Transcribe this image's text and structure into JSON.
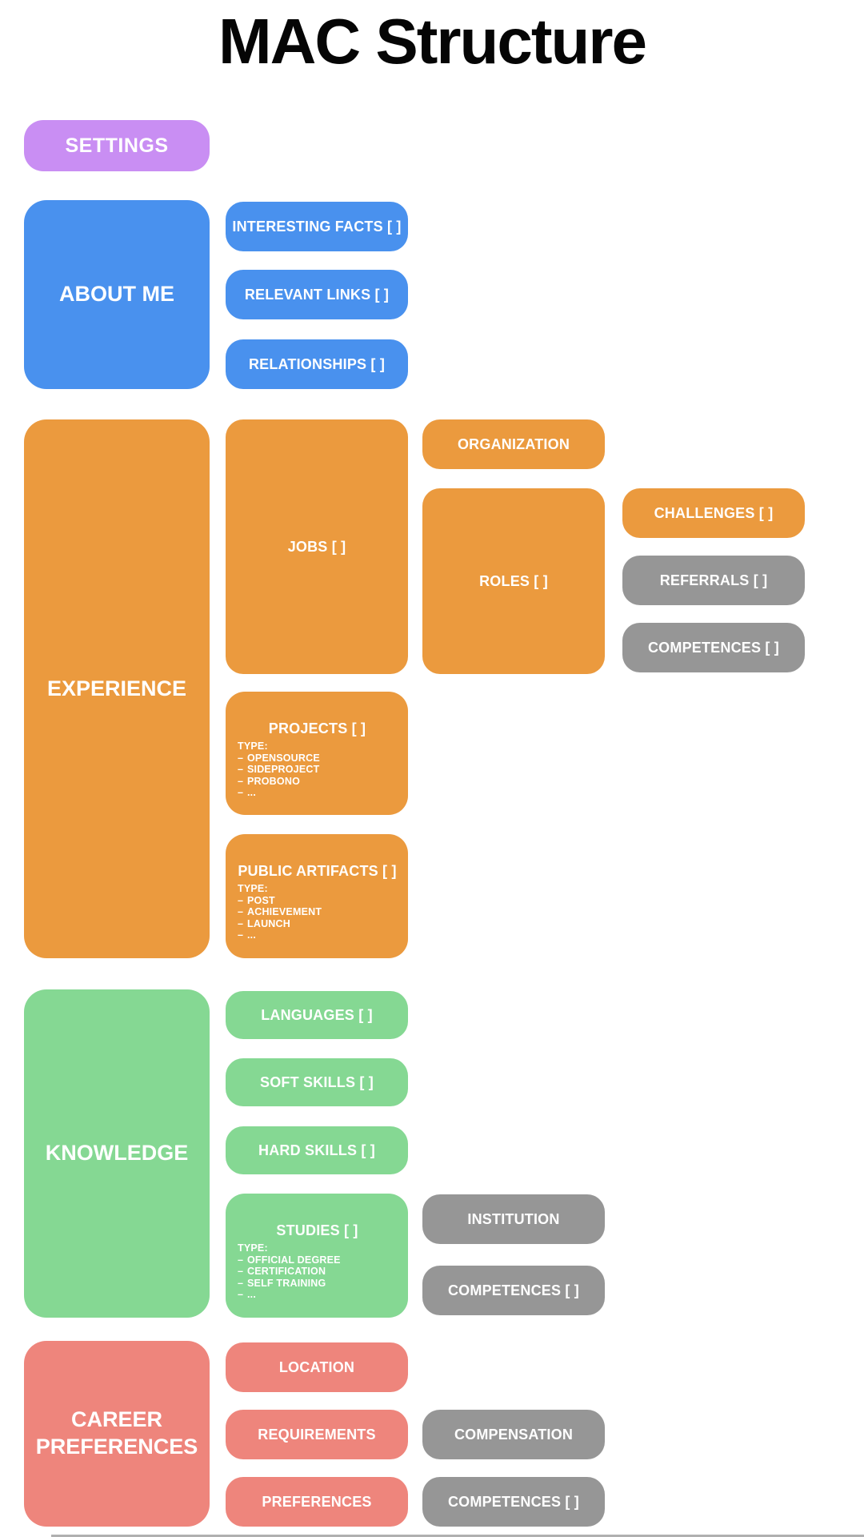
{
  "title": "MAC Structure",
  "list_dash": "–",
  "colors": {
    "settings_purple": "#c98ef3",
    "about_blue": "#4991ee",
    "experience_orange": "#eb9a3e",
    "knowledge_green": "#85d893",
    "career_salmon": "#ee857c",
    "shared_gray": "#969696",
    "text_white": "#ffffff",
    "title_black": "#050505"
  },
  "settings": {
    "label": "SETTINGS"
  },
  "about_me": {
    "label": "ABOUT ME",
    "interesting_facts": "INTERESTING FACTS [ ]",
    "relevant_links": "RELEVANT LINKS [ ]",
    "relationships": "RELATIONSHIPS [ ]"
  },
  "experience": {
    "label": "EXPERIENCE",
    "jobs": "JOBS [ ]",
    "organization": "ORGANIZATION",
    "roles": "ROLES [ ]",
    "challenges": "CHALLENGES [ ]",
    "referrals": "REFERRALS [ ]",
    "competences": "COMPETENCES [ ]",
    "projects": {
      "label": "PROJECTS [ ]",
      "type_heading": "TYPE:",
      "types": [
        "OPENSOURCE",
        "SIDEPROJECT",
        "PROBONO",
        "..."
      ]
    },
    "public_artifacts": {
      "label": "PUBLIC ARTIFACTS [ ]",
      "type_heading": "TYPE:",
      "types": [
        "POST",
        "ACHIEVEMENT",
        "LAUNCH",
        "..."
      ]
    }
  },
  "knowledge": {
    "label": "KNOWLEDGE",
    "languages": "LANGUAGES [ ]",
    "soft_skills": "SOFT SKILLS [ ]",
    "hard_skills": "HARD SKILLS [ ]",
    "studies": {
      "label": "STUDIES [ ]",
      "type_heading": "TYPE:",
      "types": [
        "OFFICIAL DEGREE",
        "CERTIFICATION",
        "SELF TRAINING",
        "..."
      ]
    },
    "institution": "INSTITUTION",
    "competences": "COMPETENCES [ ]"
  },
  "career_preferences": {
    "label": "CAREER PREFERENCES",
    "location": "LOCATION",
    "requirements": "REQUIREMENTS",
    "compensation": "COMPENSATION",
    "preferences": "PREFERENCES",
    "competences": "COMPETENCES [ ]"
  }
}
